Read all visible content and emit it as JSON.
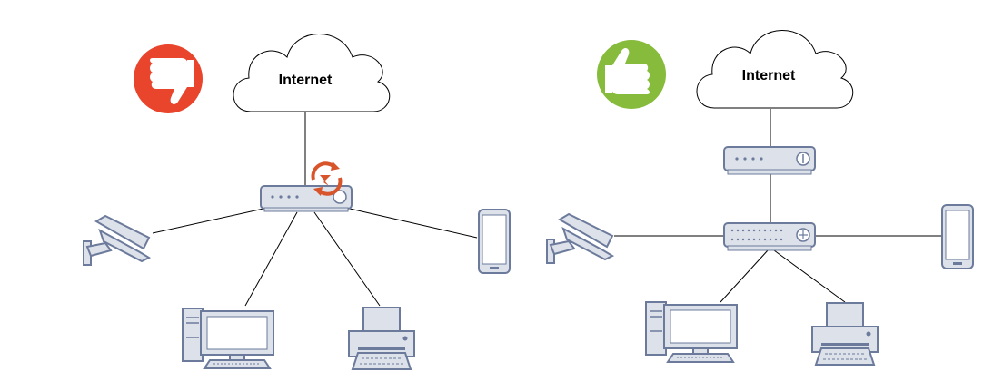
{
  "diagrams": [
    {
      "verdict": "bad",
      "verdict_icon": "thumbs-down-icon",
      "verdict_color": "#e8452c",
      "cloud_label": "Internet",
      "devices": [
        "router-with-sync-warning",
        "security-camera",
        "smartphone",
        "desktop-computer",
        "printer"
      ]
    },
    {
      "verdict": "good",
      "verdict_icon": "thumbs-up-icon",
      "verdict_color": "#86bb3b",
      "cloud_label": "Internet",
      "devices": [
        "router",
        "network-switch",
        "security-camera",
        "smartphone",
        "desktop-computer",
        "printer"
      ]
    }
  ],
  "colors": {
    "device_fill": "#dde1ea",
    "device_stroke": "#6c7b9c",
    "line": "#000000",
    "warning": "#d8542a"
  }
}
